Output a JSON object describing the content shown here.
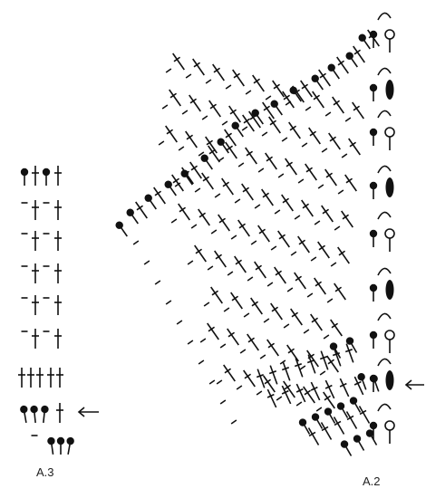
{
  "diagrams": [
    {
      "label": "A.3"
    },
    {
      "label": "A.2"
    }
  ],
  "legend_symbols": {
    "bobble": "filled-dot",
    "treble": "cross-stitch",
    "chain": "dash",
    "ring": "open-circle",
    "picot": "filled-ellipse",
    "arc": "arc",
    "start_marker": "arrow-left"
  },
  "colors": {
    "ink": "#111111",
    "background": "#ffffff"
  }
}
